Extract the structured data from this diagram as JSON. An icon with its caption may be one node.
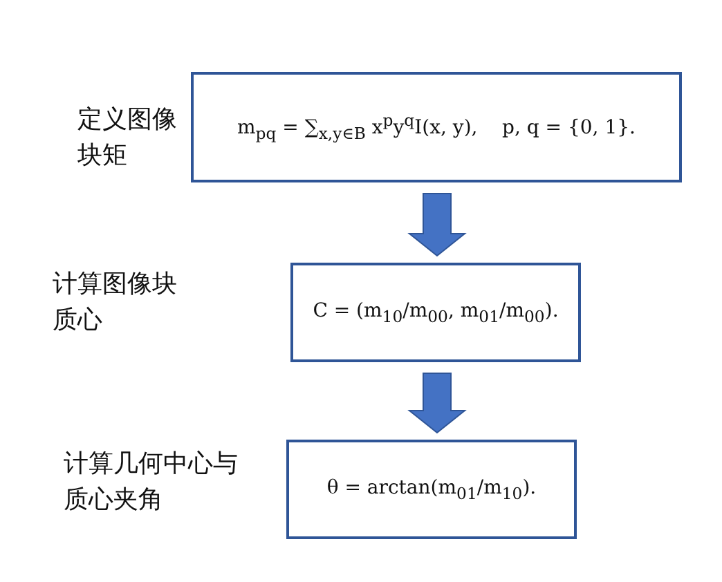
{
  "diagram": {
    "nodes": [
      {
        "text": [
          "m$_{pq}$ = ∑$_{x,y∈B}$ x$^{p}$y$^{q}$I(x, y),    p, q = {0, 1}."
        ]
      },
      {
        "text": [
          "C = (m$_{10}$/m$_{00}$, m$_{01}$/m$_{00}$)."
        ]
      },
      {
        "text": [
          "θ = arctan(m$_{01}$/m$_{10}$)."
        ]
      }
    ],
    "edges": [
      {
        "from": 0,
        "to": 1,
        "arrow": "to"
      },
      {
        "from": 1,
        "to": 2,
        "arrow": "to"
      }
    ],
    "labels": [
      "定义图像块矩",
      "计算图像块质心",
      "计算几何中心与质心夹角"
    ]
  }
}
